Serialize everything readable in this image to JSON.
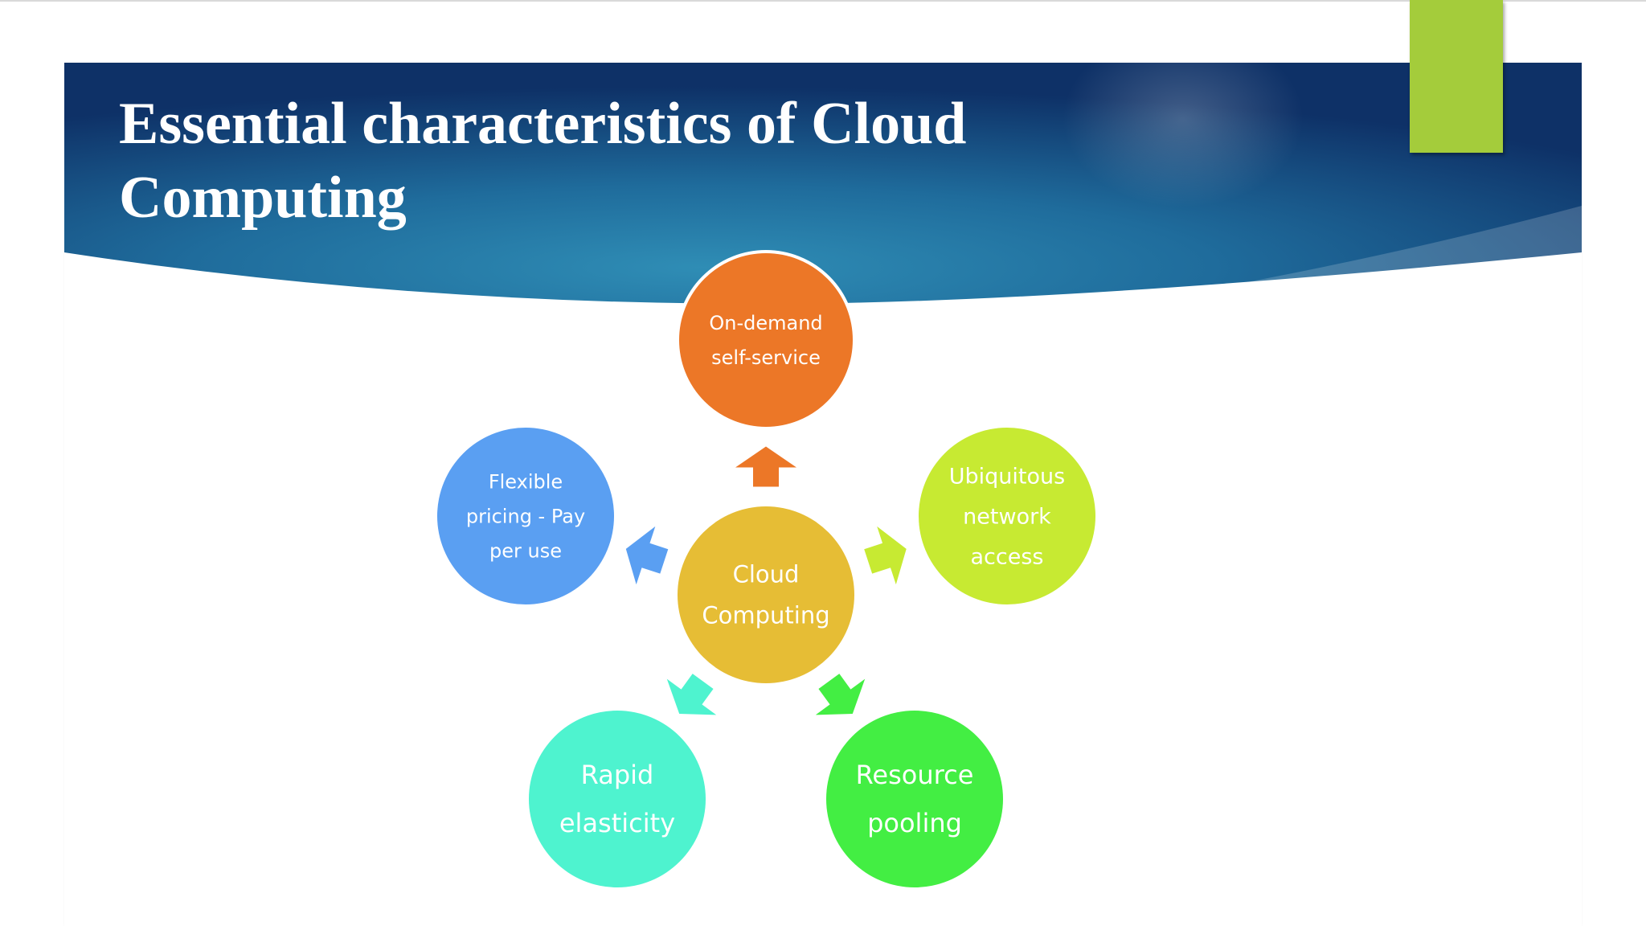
{
  "slide": {
    "title_line1": "Essential characteristics of Cloud",
    "title_line2": "Computing"
  },
  "colors": {
    "banner_dark": "#0e3167",
    "banner_mid": "#1e7aa8",
    "accent_tab": "#a4cc3b",
    "center": "#e6bd35",
    "on_demand": "#ec7727",
    "ubiquitous": "#c7ea32",
    "resource": "#43ee43",
    "rapid": "#4ef3cf",
    "flexible": "#5a9ff2"
  },
  "diagram": {
    "center": {
      "lines": [
        "Cloud",
        "Computing"
      ]
    },
    "nodes": [
      {
        "id": "on-demand",
        "lines": [
          "On-demand",
          "self-service"
        ]
      },
      {
        "id": "ubiquitous",
        "lines": [
          "Ubiquitous",
          "network",
          "access"
        ]
      },
      {
        "id": "resource",
        "lines": [
          "Resource",
          "pooling"
        ]
      },
      {
        "id": "rapid",
        "lines": [
          "Rapid",
          "elasticity"
        ]
      },
      {
        "id": "flexible",
        "lines": [
          "Flexible",
          "pricing - Pay",
          "per use"
        ]
      }
    ]
  }
}
